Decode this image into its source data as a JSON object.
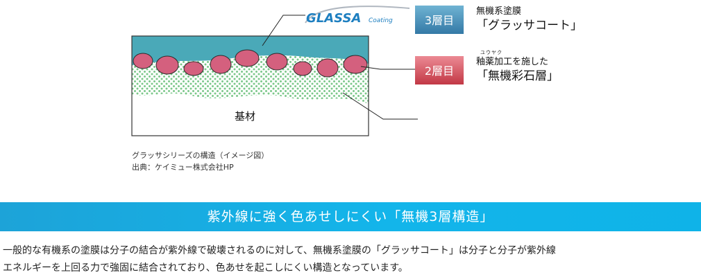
{
  "brand": {
    "logo_main": "GLASSA",
    "logo_sub": "Coating",
    "logo_color": "#1e7fc0"
  },
  "diagram": {
    "substrate_label": "基材",
    "colors": {
      "top_layer": "#4aa9b8",
      "stone": "#d4607e",
      "stone_stroke": "#2a2a2a",
      "dots": "#7cc88a",
      "frame": "#333333"
    }
  },
  "layers": [
    {
      "badge": "3層目",
      "badge_color": "#3b8bb0",
      "line1": "無機系塗膜",
      "line2": "「グラッサコート」",
      "ruby": ""
    },
    {
      "badge": "2層目",
      "badge_color": "#c9434e",
      "line1": "釉薬加工を施した",
      "line2": "「無機彩石層」",
      "ruby": "ユウヤク"
    }
  ],
  "caption": {
    "line1": "グラッサシリーズの構造（イメージ図）",
    "line2": "出典：ケイミュー株式会社HP"
  },
  "banner": {
    "text": "紫外線に強く色あせしにくい「無機3層構造」",
    "color": "#13b5ea"
  },
  "body": {
    "line1": "一般的な有機系の塗膜は分子の結合が紫外線で破壊されるのに対して、無機系塗膜の「グラッサコート」は分子と分子が紫外線",
    "line2": "エネルギーを上回る力で強固に結合されており、色あせを起こしにくい構造となっています。"
  }
}
